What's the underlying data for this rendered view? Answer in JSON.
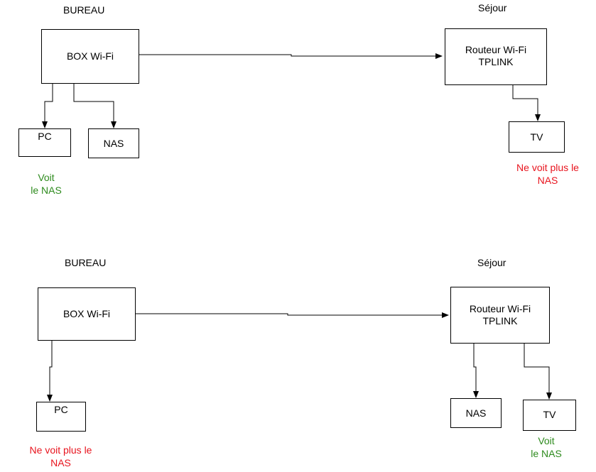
{
  "colors": {
    "green": "#2e8b1e",
    "red": "#e8141e",
    "line": "#000000"
  },
  "diagrams": [
    {
      "left_area": "BUREAU",
      "right_area": "Séjour",
      "box": "BOX Wi-Fi",
      "router": "Routeur Wi-Fi\nTPLINK",
      "pc": "PC",
      "nas": "NAS",
      "tv": "TV",
      "pc_note": "Voit\nle NAS",
      "tv_note": "Ne voit plus le\nNAS"
    },
    {
      "left_area": "BUREAU",
      "right_area": "Séjour",
      "box": "BOX Wi-Fi",
      "router": "Routeur Wi-Fi\nTPLINK",
      "pc": "PC",
      "nas": "NAS",
      "tv": "TV",
      "pc_note": "Ne voit plus le\nNAS",
      "tv_note": "Voit\nle NAS"
    }
  ]
}
